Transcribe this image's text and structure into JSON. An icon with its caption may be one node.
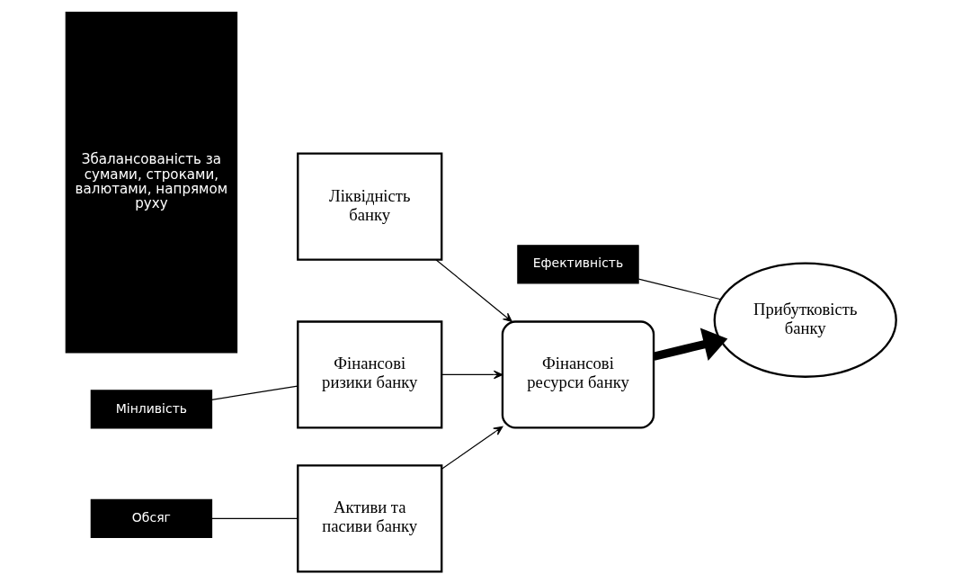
{
  "diagram": {
    "nodes": [
      {
        "text": [
          "Активи та пасиви банку"
        ]
      },
      {
        "text": [
          "Обсяг"
        ]
      },
      {
        "text": [
          "Ефективність"
        ]
      },
      {
        "text": [
          "Збалансованість за сумами, строками, валютами, напрямом руху"
        ]
      },
      {
        "text": [
          "Ліквідність банку"
        ]
      },
      {
        "text": [
          "Фінансові ресурси банку"
        ]
      },
      {
        "text": [
          "Прибутковість банку"
        ]
      },
      {
        "text": [
          "Мінливість"
        ]
      },
      {
        "text": [
          "Фінансові ризики банку"
        ]
      }
    ],
    "edges": [
      {
        "from": 0,
        "to": 5,
        "arrow": "to"
      },
      {
        "from": 4,
        "to": 5,
        "arrow": "to"
      },
      {
        "from": 8,
        "to": 5,
        "arrow": "to"
      },
      {
        "from": 5,
        "to": 6,
        "arrow": "to",
        "style": "thick"
      },
      {
        "from": 1,
        "to": 0,
        "arrow": "none"
      },
      {
        "from": 2,
        "to": 6,
        "arrow": "none"
      },
      {
        "from": 7,
        "to": 8,
        "arrow": "none"
      }
    ]
  }
}
